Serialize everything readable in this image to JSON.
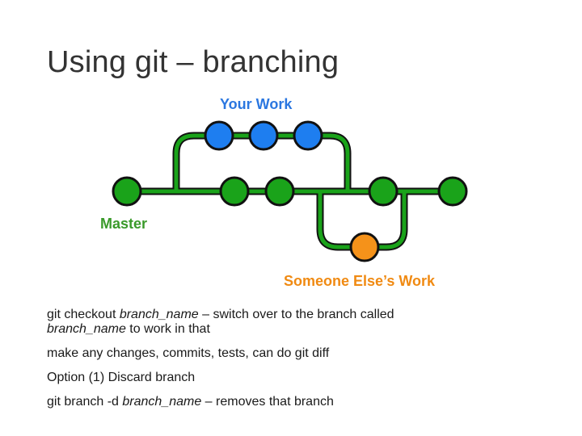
{
  "slide": {
    "title": "Using git – branching"
  },
  "diagram": {
    "labels": {
      "your_work": "Your Work",
      "master": "Master",
      "someone_else": "Someone Else’s Work"
    },
    "colors": {
      "master": "#1aa31a",
      "your_work": "#1e7ef0",
      "someone_else": "#f5921a",
      "outline": "#111111"
    }
  },
  "bullets": [
    {
      "prefix": "git checkout ",
      "italic": "branch_name",
      "middle": " – switch over to the branch called ",
      "italic2": "branch_name",
      "suffix": " to work in that"
    },
    {
      "text": "make any changes, commits, tests, can do git diff"
    },
    {
      "text": "Option (1) Discard branch"
    },
    {
      "prefix": "git branch -d ",
      "italic": "branch_name",
      "suffix": " – removes that branch"
    }
  ]
}
